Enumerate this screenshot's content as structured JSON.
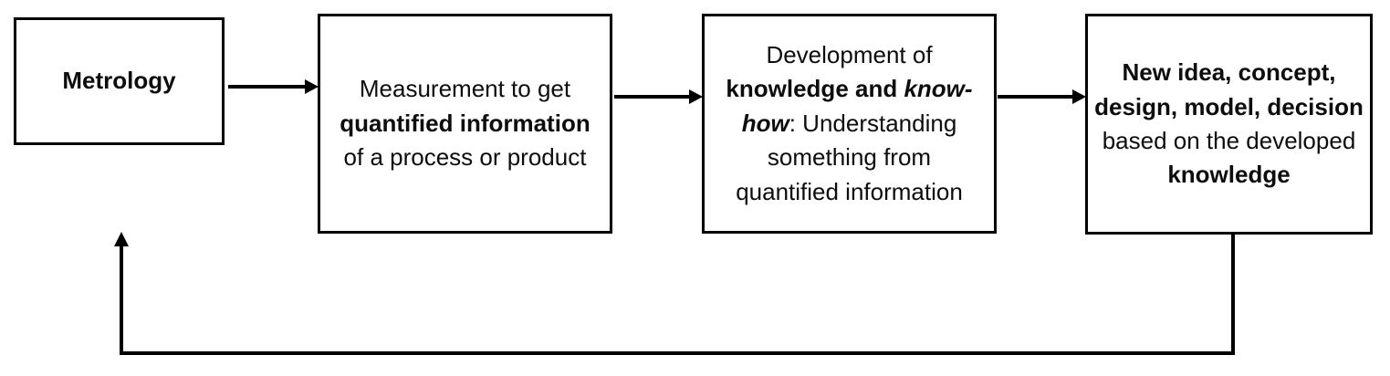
{
  "diagram": {
    "title": "Metrology value chain flow diagram",
    "type": "flowchart",
    "orientation": "left-to-right with feedback loop",
    "background_color": "#ffffff",
    "line_color": "#000000",
    "text_color": "#0d0d0d",
    "nodes": [
      {
        "id": "metrology",
        "label": "Metrology",
        "shape": "rectangle",
        "emphasis": "bold"
      },
      {
        "id": "measurement",
        "label": "Measurement to get quantified information of a process or product",
        "shape": "rectangle",
        "line1": "Measurement to get",
        "line2": "quantified information",
        "line3": "of a process or product"
      },
      {
        "id": "knowledge",
        "label": "Development of knowledge and know-how: Understanding something from quantified information",
        "shape": "rectangle",
        "line1": "Development of",
        "line2_a": "knowledge and ",
        "line2_b": "know-",
        "line3_a": "how",
        "line3_b": ": Understanding",
        "line4": "something from",
        "line5": "quantified information"
      },
      {
        "id": "newidea",
        "label": "New idea, concept, design, model, decision based on the developed knowledge",
        "shape": "rectangle",
        "line1": "New idea, concept,",
        "line2": "design, model, decision",
        "line3": "based on the developed",
        "line4": "knowledge"
      }
    ],
    "edges": [
      {
        "id": "edge-1",
        "from": "metrology",
        "to": "measurement",
        "style": "straight-arrow",
        "direction": "right"
      },
      {
        "id": "edge-2",
        "from": "measurement",
        "to": "knowledge",
        "style": "straight-arrow",
        "direction": "right"
      },
      {
        "id": "edge-3",
        "from": "knowledge",
        "to": "newidea",
        "style": "straight-arrow",
        "direction": "right"
      },
      {
        "id": "edge-feedback",
        "from": "newidea",
        "to": "metrology",
        "style": "orthogonal-feedback-arrow",
        "direction": "up-into-bottom-of-metrology"
      }
    ]
  }
}
